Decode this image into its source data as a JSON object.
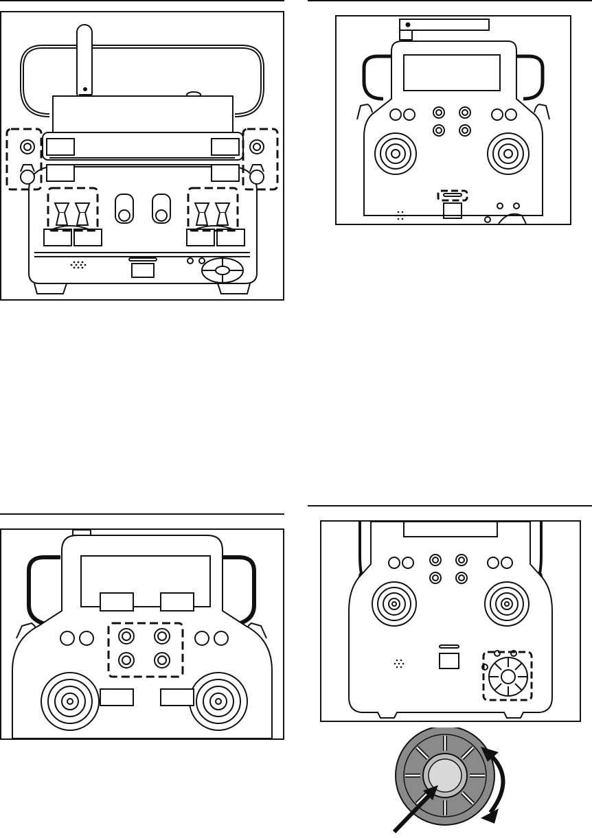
{
  "page": {
    "background": "#ffffff",
    "ink": "#111111",
    "dial_gray": "#8a8a8a",
    "dial_light": "#d8d8d8",
    "icons": [
      "antenna-icon",
      "switch-icon",
      "trim-lever-icon",
      "knob-icon",
      "gimbal-stick-icon",
      "speaker-grille-icon",
      "rotary-dial-icon",
      "rotate-arrow-icon",
      "press-arrow-icon"
    ]
  },
  "figures": [
    {
      "id": "fig-front-top",
      "highlights": [
        "side-switches-left",
        "side-switches-right",
        "trim-levers-left",
        "trim-levers-right"
      ]
    },
    {
      "id": "fig-front-button",
      "highlights": [
        "center-button"
      ]
    },
    {
      "id": "fig-knobs",
      "highlights": [
        "center-knobs"
      ]
    },
    {
      "id": "fig-rotary",
      "highlights": [
        "rotary-dial"
      ]
    },
    {
      "id": "fig-dial-detail",
      "highlights": [
        "rotate",
        "press"
      ]
    }
  ]
}
